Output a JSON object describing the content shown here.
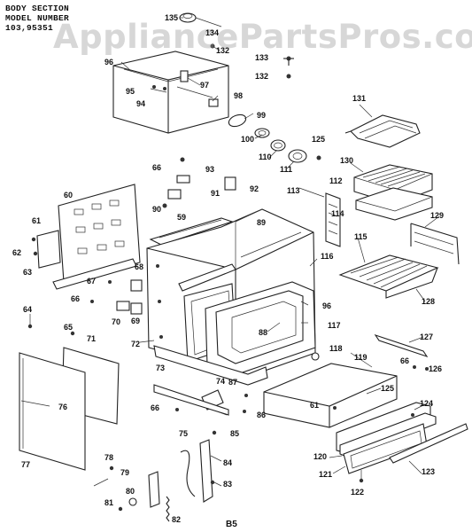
{
  "header": {
    "line1": "BODY SECTION",
    "line2": "MODEL NUMBER",
    "line3": "103,95351"
  },
  "watermark": "AppliancePartsPros.com",
  "page_label": "B5",
  "parts": [
    "135",
    "134",
    "132",
    "133",
    "132",
    "96",
    "95",
    "94",
    "97",
    "98",
    "99",
    "100",
    "110",
    "111",
    "125",
    "131",
    "130",
    "112",
    "66",
    "93",
    "91",
    "92",
    "90",
    "59",
    "113",
    "114",
    "60",
    "61",
    "62",
    "63",
    "89",
    "116",
    "129",
    "115",
    "128",
    "67",
    "68",
    "66",
    "70",
    "69",
    "96",
    "117",
    "64",
    "65",
    "71",
    "72",
    "73",
    "88",
    "127",
    "118",
    "119",
    "66",
    "126",
    "74",
    "87",
    "86",
    "125",
    "124",
    "61",
    "76",
    "66",
    "75",
    "85",
    "84",
    "78",
    "79",
    "83",
    "120",
    "121",
    "123",
    "77",
    "80",
    "81",
    "122",
    "82"
  ]
}
